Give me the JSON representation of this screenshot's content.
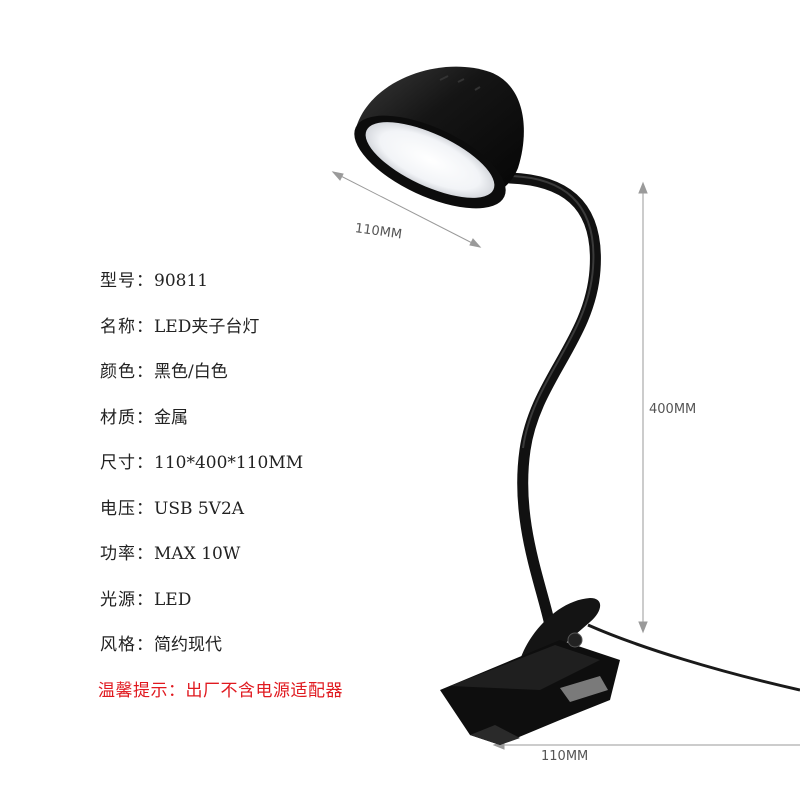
{
  "specs": [
    {
      "label": "型号：",
      "value": "90811"
    },
    {
      "label": "名称：",
      "value": "LED夹子台灯"
    },
    {
      "label": "颜色：",
      "value": "黑色/白色"
    },
    {
      "label": "材质：",
      "value": "金属"
    },
    {
      "label": "尺寸：",
      "value": "110*400*110MM"
    },
    {
      "label": "电压：",
      "value": "USB 5V2A"
    },
    {
      "label": "功率：",
      "value": "MAX 10W"
    },
    {
      "label": "光源：",
      "value": "LED"
    },
    {
      "label": "风格：",
      "value": "简约现代"
    }
  ],
  "notice": "温馨提示：出厂不含电源适配器",
  "dimensions": {
    "head_width": "110MM",
    "height": "400MM",
    "clip_width": "110MM"
  },
  "colors": {
    "lamp_body": "#111111",
    "led_panel": "#f4f5f7",
    "notice_red": "#e0191f",
    "dimension_line": "#9a9a9a"
  }
}
